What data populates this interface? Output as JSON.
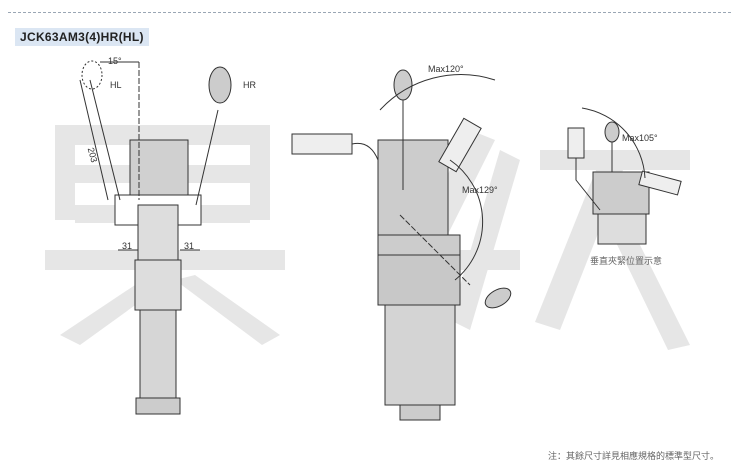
{
  "title": "JCK63AM3(4)HR(HL)",
  "watermark": "昊鋐",
  "labels": {
    "hl": "HL",
    "hr": "HR",
    "angle_15": "15°",
    "length_203": "203",
    "dim_31_left": "31",
    "dim_31_right": "31",
    "max120": "Max120°",
    "max129": "Max129°",
    "max105": "Max105°"
  },
  "caption_vertical": "垂直夾緊位置示意",
  "footnote": "注：其餘尺寸詳見相應規格的標準型尺寸。",
  "colors": {
    "body": "#c9c9c9",
    "title_bg": "#dbe6f3",
    "line": "#333333"
  }
}
